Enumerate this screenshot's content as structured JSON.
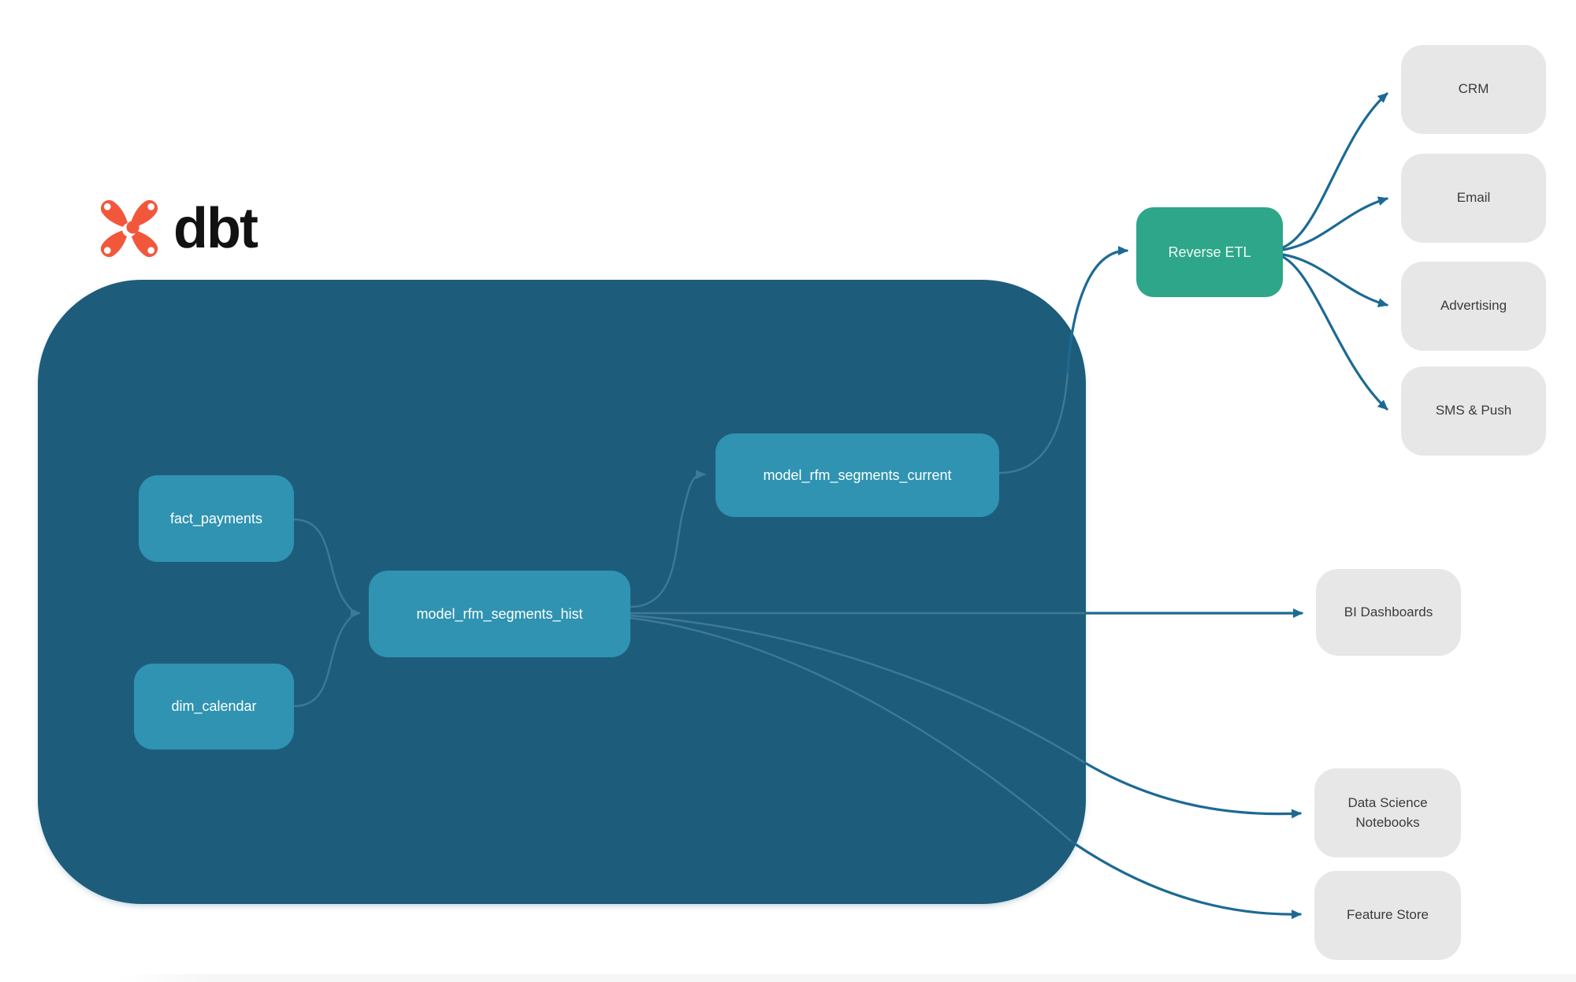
{
  "brand": {
    "name": "dbt",
    "logo_icon": "dbt-star-logo",
    "logo_color": "#F2573C"
  },
  "colors": {
    "container_background": "#1E5C7B",
    "model_node": "#2F93B1",
    "reverse_etl_node": "#2EA689",
    "external_node": "#E7E7E7",
    "edge_bold": "#1C6A94",
    "edge_subtle": "#3E7A97",
    "node_text_light": "#FFFFFF",
    "node_text_dark": "#3B3B3B"
  },
  "nodes": {
    "fact_payments": {
      "label": "fact_payments"
    },
    "dim_calendar": {
      "label": "dim_calendar"
    },
    "rfm_hist": {
      "label": "model_rfm_segments_hist"
    },
    "rfm_current": {
      "label": "model_rfm_segments_current"
    },
    "reverse_etl": {
      "label": "Reverse ETL"
    },
    "crm": {
      "label": "CRM"
    },
    "email": {
      "label": "Email"
    },
    "advertising": {
      "label": "Advertising"
    },
    "sms_push": {
      "label": "SMS & Push"
    },
    "bi_dashboards": {
      "label": "BI Dashboards"
    },
    "ds_notebooks": {
      "label": "Data Science Notebooks"
    },
    "feature_store": {
      "label": "Feature Store"
    }
  },
  "edges": [
    {
      "from": "fact_payments",
      "to": "model_rfm_segments_hist"
    },
    {
      "from": "dim_calendar",
      "to": "model_rfm_segments_hist"
    },
    {
      "from": "model_rfm_segments_hist",
      "to": "model_rfm_segments_current"
    },
    {
      "from": "model_rfm_segments_hist",
      "to": "BI Dashboards"
    },
    {
      "from": "model_rfm_segments_hist",
      "to": "Data Science Notebooks"
    },
    {
      "from": "model_rfm_segments_hist",
      "to": "Feature Store"
    },
    {
      "from": "model_rfm_segments_current",
      "to": "Reverse ETL"
    },
    {
      "from": "Reverse ETL",
      "to": "CRM"
    },
    {
      "from": "Reverse ETL",
      "to": "Email"
    },
    {
      "from": "Reverse ETL",
      "to": "Advertising"
    },
    {
      "from": "Reverse ETL",
      "to": "SMS & Push"
    }
  ]
}
